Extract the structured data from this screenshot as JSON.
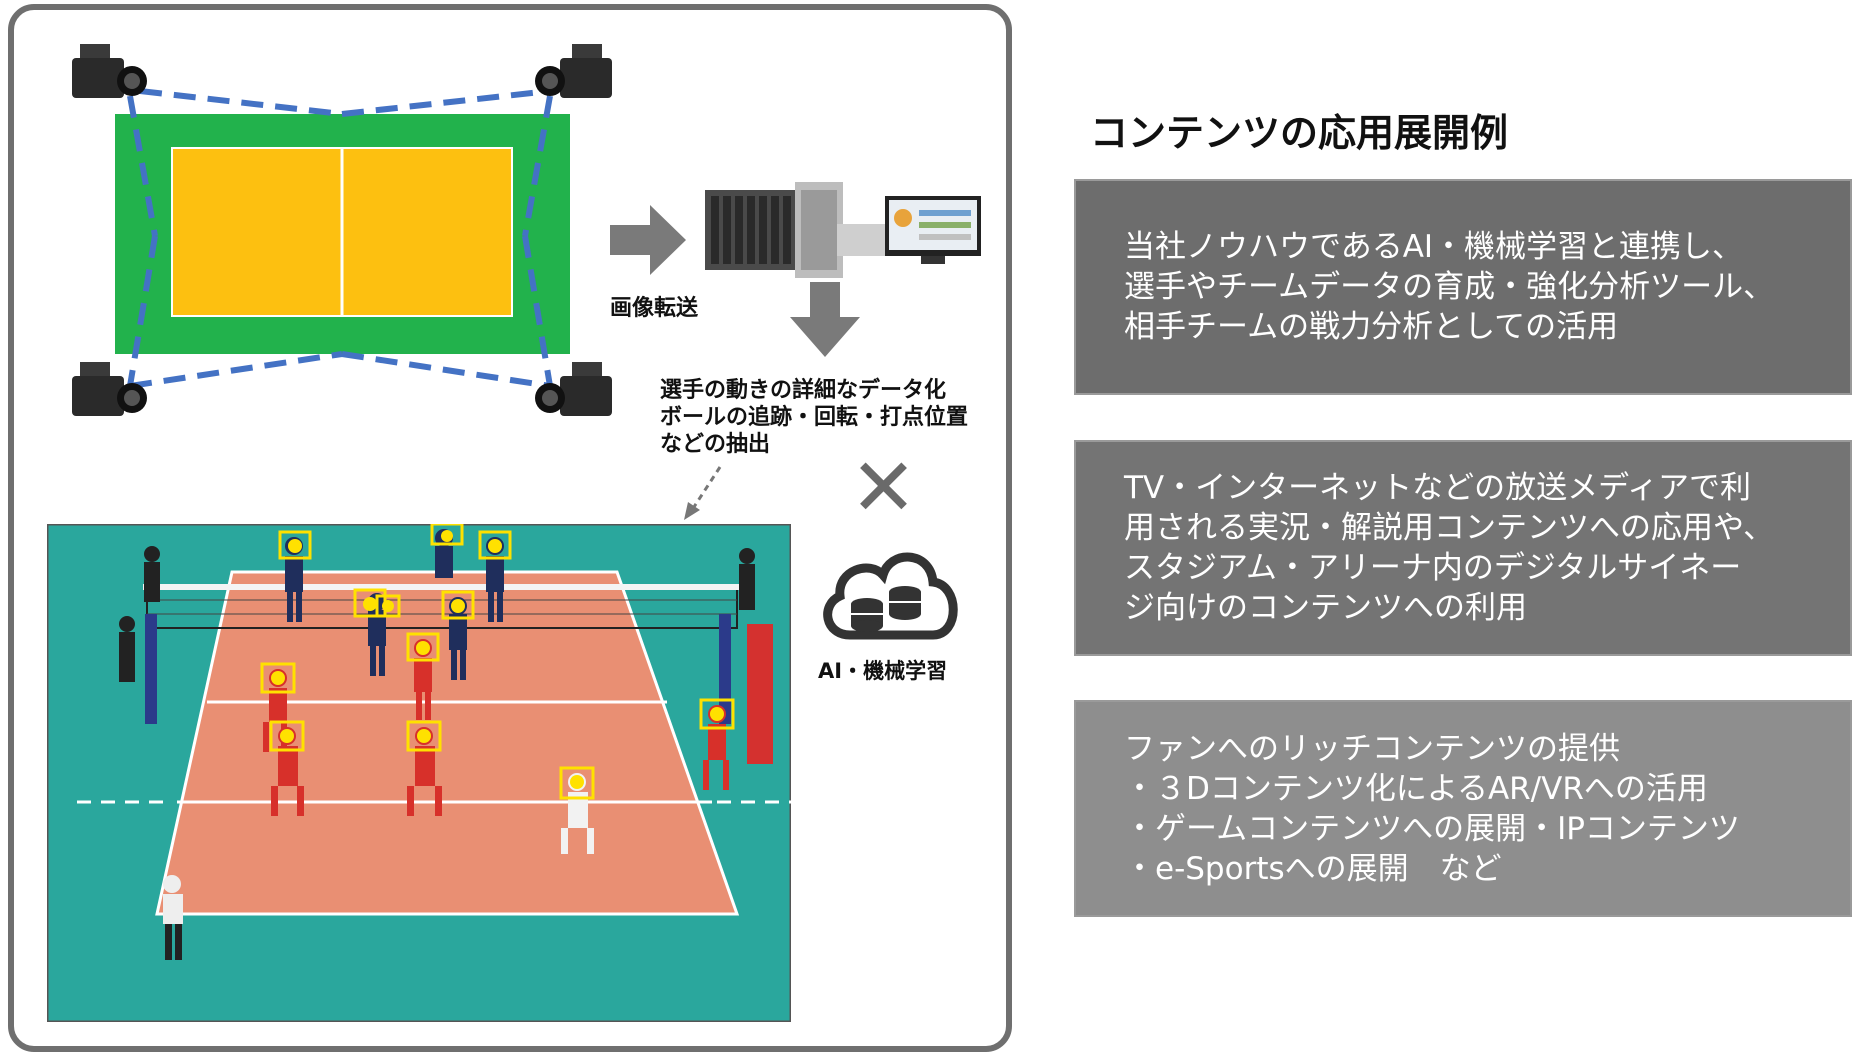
{
  "diagram": {
    "transfer_label": "画像転送",
    "extraction_label": "選手の動きの詳細なデータ化\nボールの追跡・回転・打点位置\nなどの抽出",
    "ai_label": "AI・機械学習",
    "cross_symbol": "✕"
  },
  "right": {
    "title": "コンテンツの応用展開例",
    "boxes": [
      {
        "text": "当社ノウハウであるAI・機械学習と連携し、\n選手やチームデータの育成・強化分析ツール、\n相手チームの戦力分析としての活用"
      },
      {
        "text": "TV・インターネットなどの放送メディアで利\n用される実況・解説用コンテンツへの応用や、\nスタジアム・アリーナ内のデジタルサイネー\nジ向けのコンテンツへの利用"
      },
      {
        "text": "ファンへのリッチコンテンツの提供\n・３Dコンテンツ化によるAR/VRへの活用\n・ゲームコンテンツへの展開・IPコンテンツ\n・e-Sportsへの展開　など"
      }
    ]
  },
  "colors": {
    "court_outer": "#22b24c",
    "court_inner": "#fdc010",
    "camera_lines": "#4472c4",
    "arrow": "#7a7a7a",
    "photo_floor": "#2aa79d",
    "photo_court": "#e98f73"
  }
}
